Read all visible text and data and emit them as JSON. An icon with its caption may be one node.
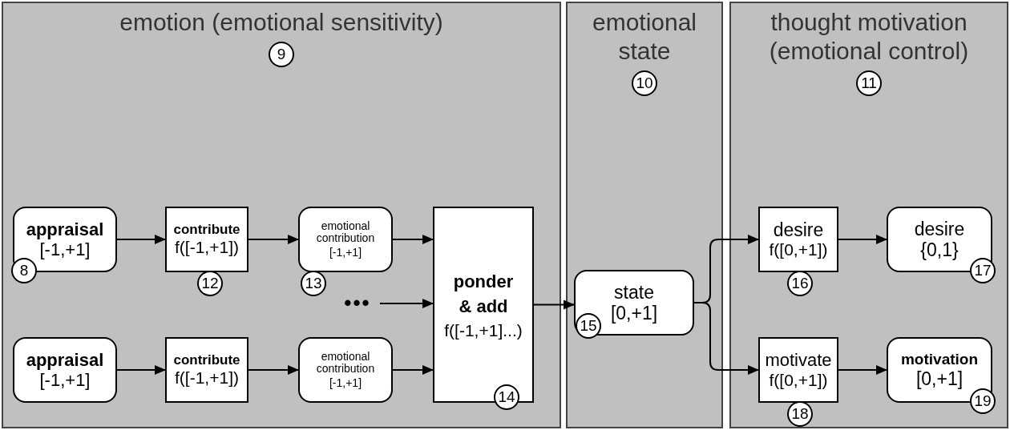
{
  "diagram": {
    "nodes": [
      {
        "text": [
          "emotion (emotional sensitivity)",
          "9"
        ]
      },
      {
        "text": [
          "emotional state",
          "10"
        ]
      },
      {
        "text": [
          "thought motivation (emotional control)",
          "11"
        ]
      },
      {
        "text": [
          "appraisal",
          "[-1,+1]",
          "8"
        ],
        "in": 0
      },
      {
        "text": [
          "contribute",
          "f([-1,+1])"
        ],
        "in": 0,
        "beside": [
          "12"
        ]
      },
      {
        "text": [
          "emotional contribution",
          "[-1,+1]"
        ],
        "in": 0,
        "beside": [
          "13"
        ]
      },
      {
        "text": [
          "•••"
        ],
        "in": 0
      },
      {
        "text": [
          "ponder & add",
          "f([-1,+1]...)",
          "14"
        ],
        "in": 0
      },
      {
        "text": [
          "appraisal",
          "[-1,+1]"
        ],
        "in": 0
      },
      {
        "text": [
          "contribute",
          "f([-1,+1])"
        ],
        "in": 0
      },
      {
        "text": [
          "emotional contribution",
          "[-1,+1]"
        ],
        "in": 0
      },
      {
        "text": [
          "state",
          "[0,+1]",
          "15"
        ],
        "in": 1
      },
      {
        "text": [
          "desire",
          "f([0,+1])"
        ],
        "in": 2,
        "beside": [
          "16"
        ]
      },
      {
        "text": [
          "desire",
          "{0,1}",
          "17"
        ],
        "in": 2
      },
      {
        "text": [
          "motivate",
          "f([0,+1])"
        ],
        "in": 2,
        "beside": [
          "18"
        ]
      },
      {
        "text": [
          "motivation",
          "[0,+1]",
          "19"
        ],
        "in": 2
      }
    ],
    "edges": [
      {
        "from": 3,
        "to": 4,
        "arrow": "to"
      },
      {
        "from": 4,
        "to": 5,
        "arrow": "to"
      },
      {
        "from": 5,
        "to": 7,
        "arrow": "to"
      },
      {
        "from": 8,
        "to": 9,
        "arrow": "to"
      },
      {
        "from": 9,
        "to": 10,
        "arrow": "to"
      },
      {
        "from": 10,
        "to": 7,
        "arrow": "to"
      },
      {
        "from": 6,
        "to": 7,
        "arrow": "to"
      },
      {
        "from": 7,
        "to": 11,
        "arrow": "to"
      },
      {
        "from": 11,
        "to": 12,
        "arrow": "to"
      },
      {
        "from": 11,
        "to": 14,
        "arrow": "to"
      },
      {
        "from": 12,
        "to": 13,
        "arrow": "to"
      },
      {
        "from": 14,
        "to": 15,
        "arrow": "to"
      }
    ]
  }
}
